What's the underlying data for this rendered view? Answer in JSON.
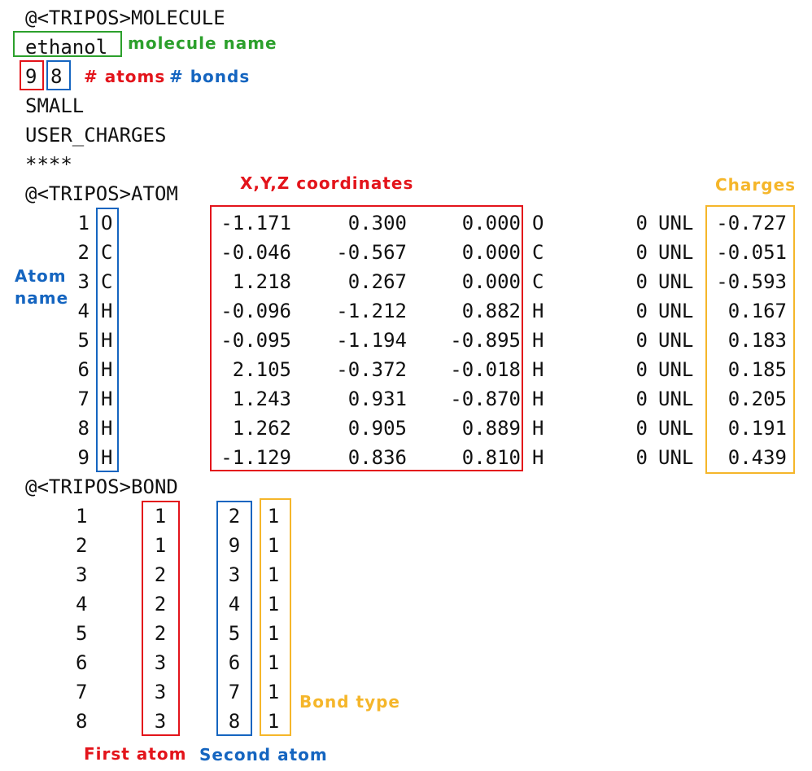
{
  "colors": {
    "text": "#111111",
    "red": "#e3141b",
    "blue": "#1565c0",
    "green": "#2ca02c",
    "orange": "#f5b62a"
  },
  "molecule_header": "@<TRIPOS>MOLECULE",
  "molecule_name": "ethanol",
  "num_atoms": "9",
  "num_bonds": "8",
  "mol_type": "SMALL",
  "charge_type": "USER_CHARGES",
  "stars": "****",
  "atom_header": "@<TRIPOS>ATOM",
  "bond_header": "@<TRIPOS>BOND",
  "annotations": {
    "molecule_name": "molecule name",
    "atoms": "# atoms",
    "bonds": "# bonds",
    "xyz": "X,Y,Z coordinates",
    "charges": "Charges",
    "atom_name": "Atom\nname",
    "bond_type": "Bond type",
    "first_atom": "First atom",
    "second_atom": "Second atom"
  },
  "atoms": [
    {
      "id": "1",
      "name": "O",
      "x": "-1.171",
      "y": "0.300",
      "z": "0.000",
      "type": "O",
      "subst": "0",
      "resname": "UNL",
      "charge": "-0.727"
    },
    {
      "id": "2",
      "name": "C",
      "x": "-0.046",
      "y": "-0.567",
      "z": "0.000",
      "type": "C",
      "subst": "0",
      "resname": "UNL",
      "charge": "-0.051"
    },
    {
      "id": "3",
      "name": "C",
      "x": "1.218",
      "y": "0.267",
      "z": "0.000",
      "type": "C",
      "subst": "0",
      "resname": "UNL",
      "charge": "-0.593"
    },
    {
      "id": "4",
      "name": "H",
      "x": "-0.096",
      "y": "-1.212",
      "z": "0.882",
      "type": "H",
      "subst": "0",
      "resname": "UNL",
      "charge": "0.167"
    },
    {
      "id": "5",
      "name": "H",
      "x": "-0.095",
      "y": "-1.194",
      "z": "-0.895",
      "type": "H",
      "subst": "0",
      "resname": "UNL",
      "charge": "0.183"
    },
    {
      "id": "6",
      "name": "H",
      "x": "2.105",
      "y": "-0.372",
      "z": "-0.018",
      "type": "H",
      "subst": "0",
      "resname": "UNL",
      "charge": "0.185"
    },
    {
      "id": "7",
      "name": "H",
      "x": "1.243",
      "y": "0.931",
      "z": "-0.870",
      "type": "H",
      "subst": "0",
      "resname": "UNL",
      "charge": "0.205"
    },
    {
      "id": "8",
      "name": "H",
      "x": "1.262",
      "y": "0.905",
      "z": "0.889",
      "type": "H",
      "subst": "0",
      "resname": "UNL",
      "charge": "0.191"
    },
    {
      "id": "9",
      "name": "H",
      "x": "-1.129",
      "y": "0.836",
      "z": "0.810",
      "type": "H",
      "subst": "0",
      "resname": "UNL",
      "charge": "0.439"
    }
  ],
  "bonds": [
    {
      "id": "1",
      "a1": "1",
      "a2": "2",
      "type": "1"
    },
    {
      "id": "2",
      "a1": "1",
      "a2": "9",
      "type": "1"
    },
    {
      "id": "3",
      "a1": "2",
      "a2": "3",
      "type": "1"
    },
    {
      "id": "4",
      "a1": "2",
      "a2": "4",
      "type": "1"
    },
    {
      "id": "5",
      "a1": "2",
      "a2": "5",
      "type": "1"
    },
    {
      "id": "6",
      "a1": "3",
      "a2": "6",
      "type": "1"
    },
    {
      "id": "7",
      "a1": "3",
      "a2": "7",
      "type": "1"
    },
    {
      "id": "8",
      "a1": "3",
      "a2": "8",
      "type": "1"
    }
  ]
}
